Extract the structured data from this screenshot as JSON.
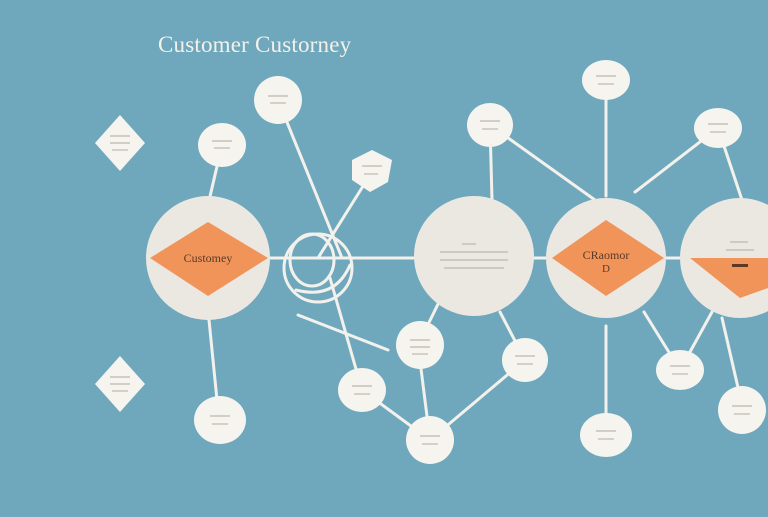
{
  "title": "Customer Custorney",
  "hubs": [
    {
      "label": "Customey"
    },
    {
      "label": ""
    },
    {
      "label": "CRaomor",
      "sublabel": "D"
    },
    {
      "label": ""
    }
  ],
  "colors": {
    "background": "#6fa8bd",
    "line": "#f3f1ec",
    "hub_fill": "#ebe8e2",
    "accent": "#f0945a",
    "node_fill": "#f6f4ef",
    "text_stub": "#bdb8ad"
  }
}
